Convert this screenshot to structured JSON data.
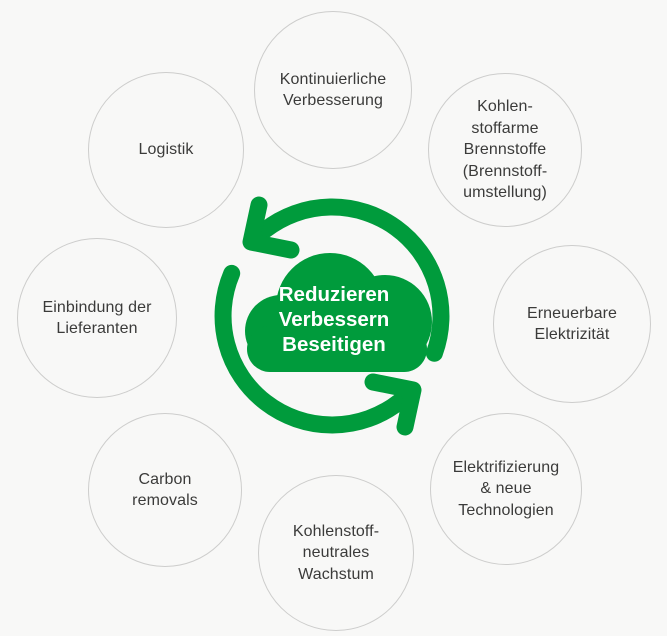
{
  "diagram": {
    "type": "cycle",
    "background_color": "#f8f8f7",
    "accent_green": "#009b3c",
    "circle_border_color": "#cdcdcc",
    "label_color": "#3b3b3a",
    "cloud_text_color": "#ffffff"
  },
  "center": {
    "lines": [
      "Reduzieren",
      "Verbessern",
      "Beseitigen"
    ],
    "icons": [
      "cloud-icon",
      "circular-arrows-counterclockwise-icon"
    ]
  },
  "nodes": {
    "top": {
      "label": "Kontinuierliche\nVerbesserung"
    },
    "top_right": {
      "label": "Kohlen-\nstoffarme\nBrennstoffe\n(Brennstoff-\numstellung)"
    },
    "right": {
      "label": "Erneuerbare\nElektrizität"
    },
    "bottom_right": {
      "label": "Elektrifizierung\n& neue\nTechnologien"
    },
    "bottom": {
      "label": "Kohlenstoff-\nneutrales\nWachstum"
    },
    "bottom_left": {
      "label": "Carbon\nremovals"
    },
    "left": {
      "label": "Einbindung der\nLieferanten"
    },
    "top_left": {
      "label": "Logistik"
    }
  }
}
